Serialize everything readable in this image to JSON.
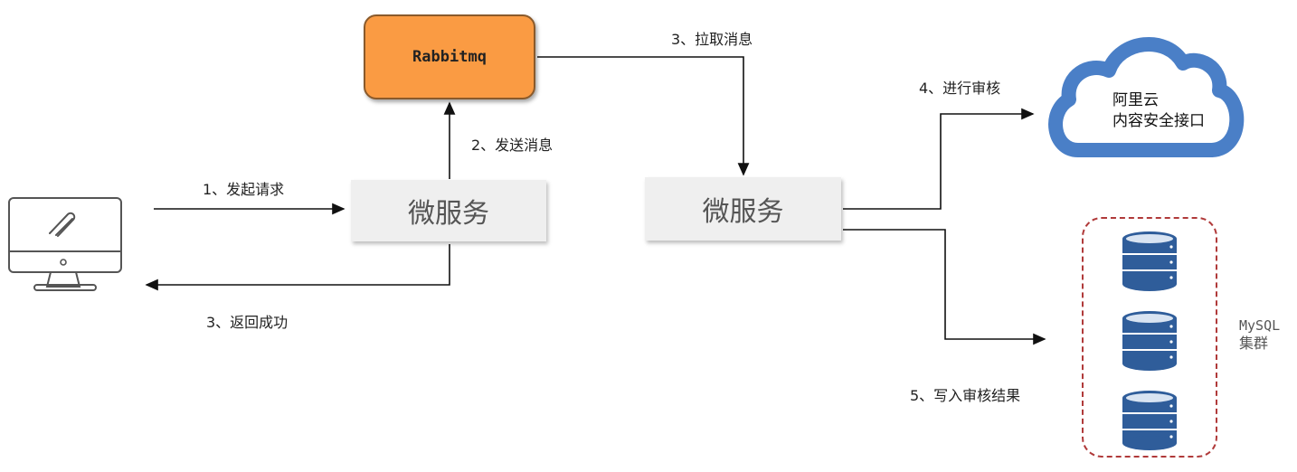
{
  "broker": {
    "label": "Rabbitmq"
  },
  "services": {
    "left": "微服务",
    "right": "微服务"
  },
  "steps": {
    "request": "1、发起请求",
    "send": "2、发送消息",
    "return": "3、返回成功",
    "pull": "3、拉取消息",
    "review": "4、进行审核",
    "write": "5、写入审核结果"
  },
  "cloud": {
    "line1": "阿里云",
    "line2": "内容安全接口"
  },
  "cluster": {
    "line1": "MySQL",
    "line2": "集群"
  },
  "icons": [
    "computer-icon",
    "cloud-icon",
    "database-icon"
  ],
  "colors": {
    "broker": "#fa9b43",
    "cloud": "#4a7fc7",
    "database": "#2f5d9a",
    "dash": "#b03a3a"
  }
}
